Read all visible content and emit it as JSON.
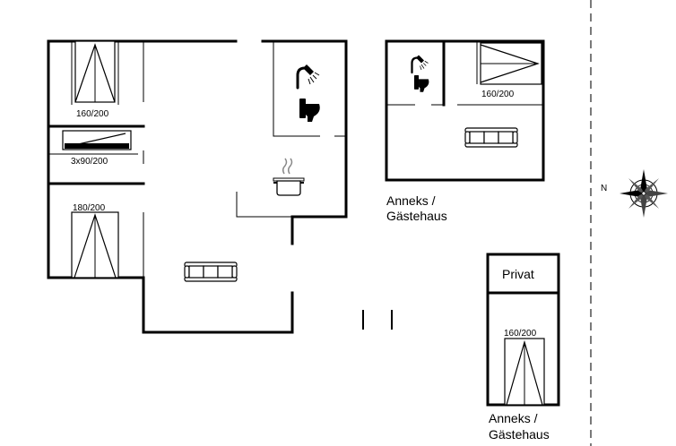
{
  "bed_labels": {
    "bed_main_top": "160/200",
    "bed_bunk": "3x90/200",
    "bed_main_bottom": "180/200",
    "bed_annex_top": "160/200",
    "bed_annex_bottom": "160/200"
  },
  "annex_labels": {
    "annex_top": [
      "Anneks /",
      "Gästehaus"
    ],
    "annex_bottom": [
      "Anneks /",
      "Gästehaus"
    ]
  },
  "private_label": "Privat",
  "compass_label": "N",
  "icons": [
    "shower-icon",
    "toilet-icon",
    "cooking-pot-icon",
    "sofa-icon",
    "bed-icon",
    "compass-rose-icon"
  ]
}
